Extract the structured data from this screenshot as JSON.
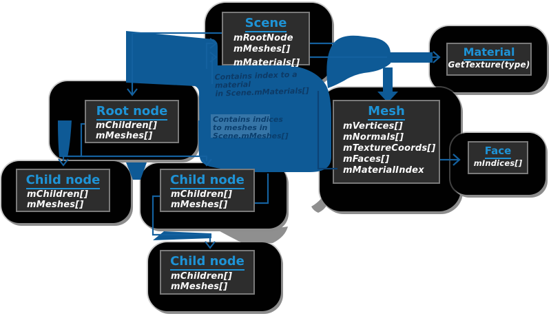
{
  "diagram": {
    "boxes": {
      "scene": {
        "title": "Scene",
        "fields": [
          "mRootNode",
          "mMeshes[]",
          "mMaterials[]"
        ]
      },
      "material": {
        "title": "Material",
        "fields": [
          "GetTexture(type)"
        ]
      },
      "mesh": {
        "title": "Mesh",
        "fields": [
          "mVertices[]",
          "mNormals[]",
          "mTextureCoords[]",
          "mFaces[]",
          "mMaterialIndex"
        ]
      },
      "face": {
        "title": "Face",
        "fields": [
          "mIndices[]"
        ]
      },
      "root": {
        "title": "Root node",
        "fields": [
          "mChildren[]",
          "mMeshes[]"
        ]
      },
      "child_left": {
        "title": "Child node",
        "fields": [
          "mChildren[]",
          "mMeshes[]"
        ]
      },
      "child_mid": {
        "title": "Child node",
        "fields": [
          "mChildren[]",
          "mMeshes[]"
        ]
      },
      "child_bottom": {
        "title": "Child node",
        "fields": [
          "mChildren[]",
          "mMeshes[]"
        ]
      }
    },
    "notes": {
      "material_note": {
        "line1": "Contains index to a material",
        "line2": "in Scene.mMaterials[]"
      },
      "mesh_note": {
        "line1": "Contains indices",
        "line2": "to meshes in",
        "line3": "Scene.mMeshes[]"
      }
    },
    "colors": {
      "title_blue": "#1e93d6",
      "flow_blue": "#0e5a96",
      "connector_blue": "#14619f",
      "note_navy": "#0d3a66",
      "box_fill": "#2d2d2d",
      "box_border": "#7a7a7a",
      "blob_black": "#010101",
      "blob_edge": "#8d8d8d",
      "field_white": "#fafafa"
    }
  }
}
